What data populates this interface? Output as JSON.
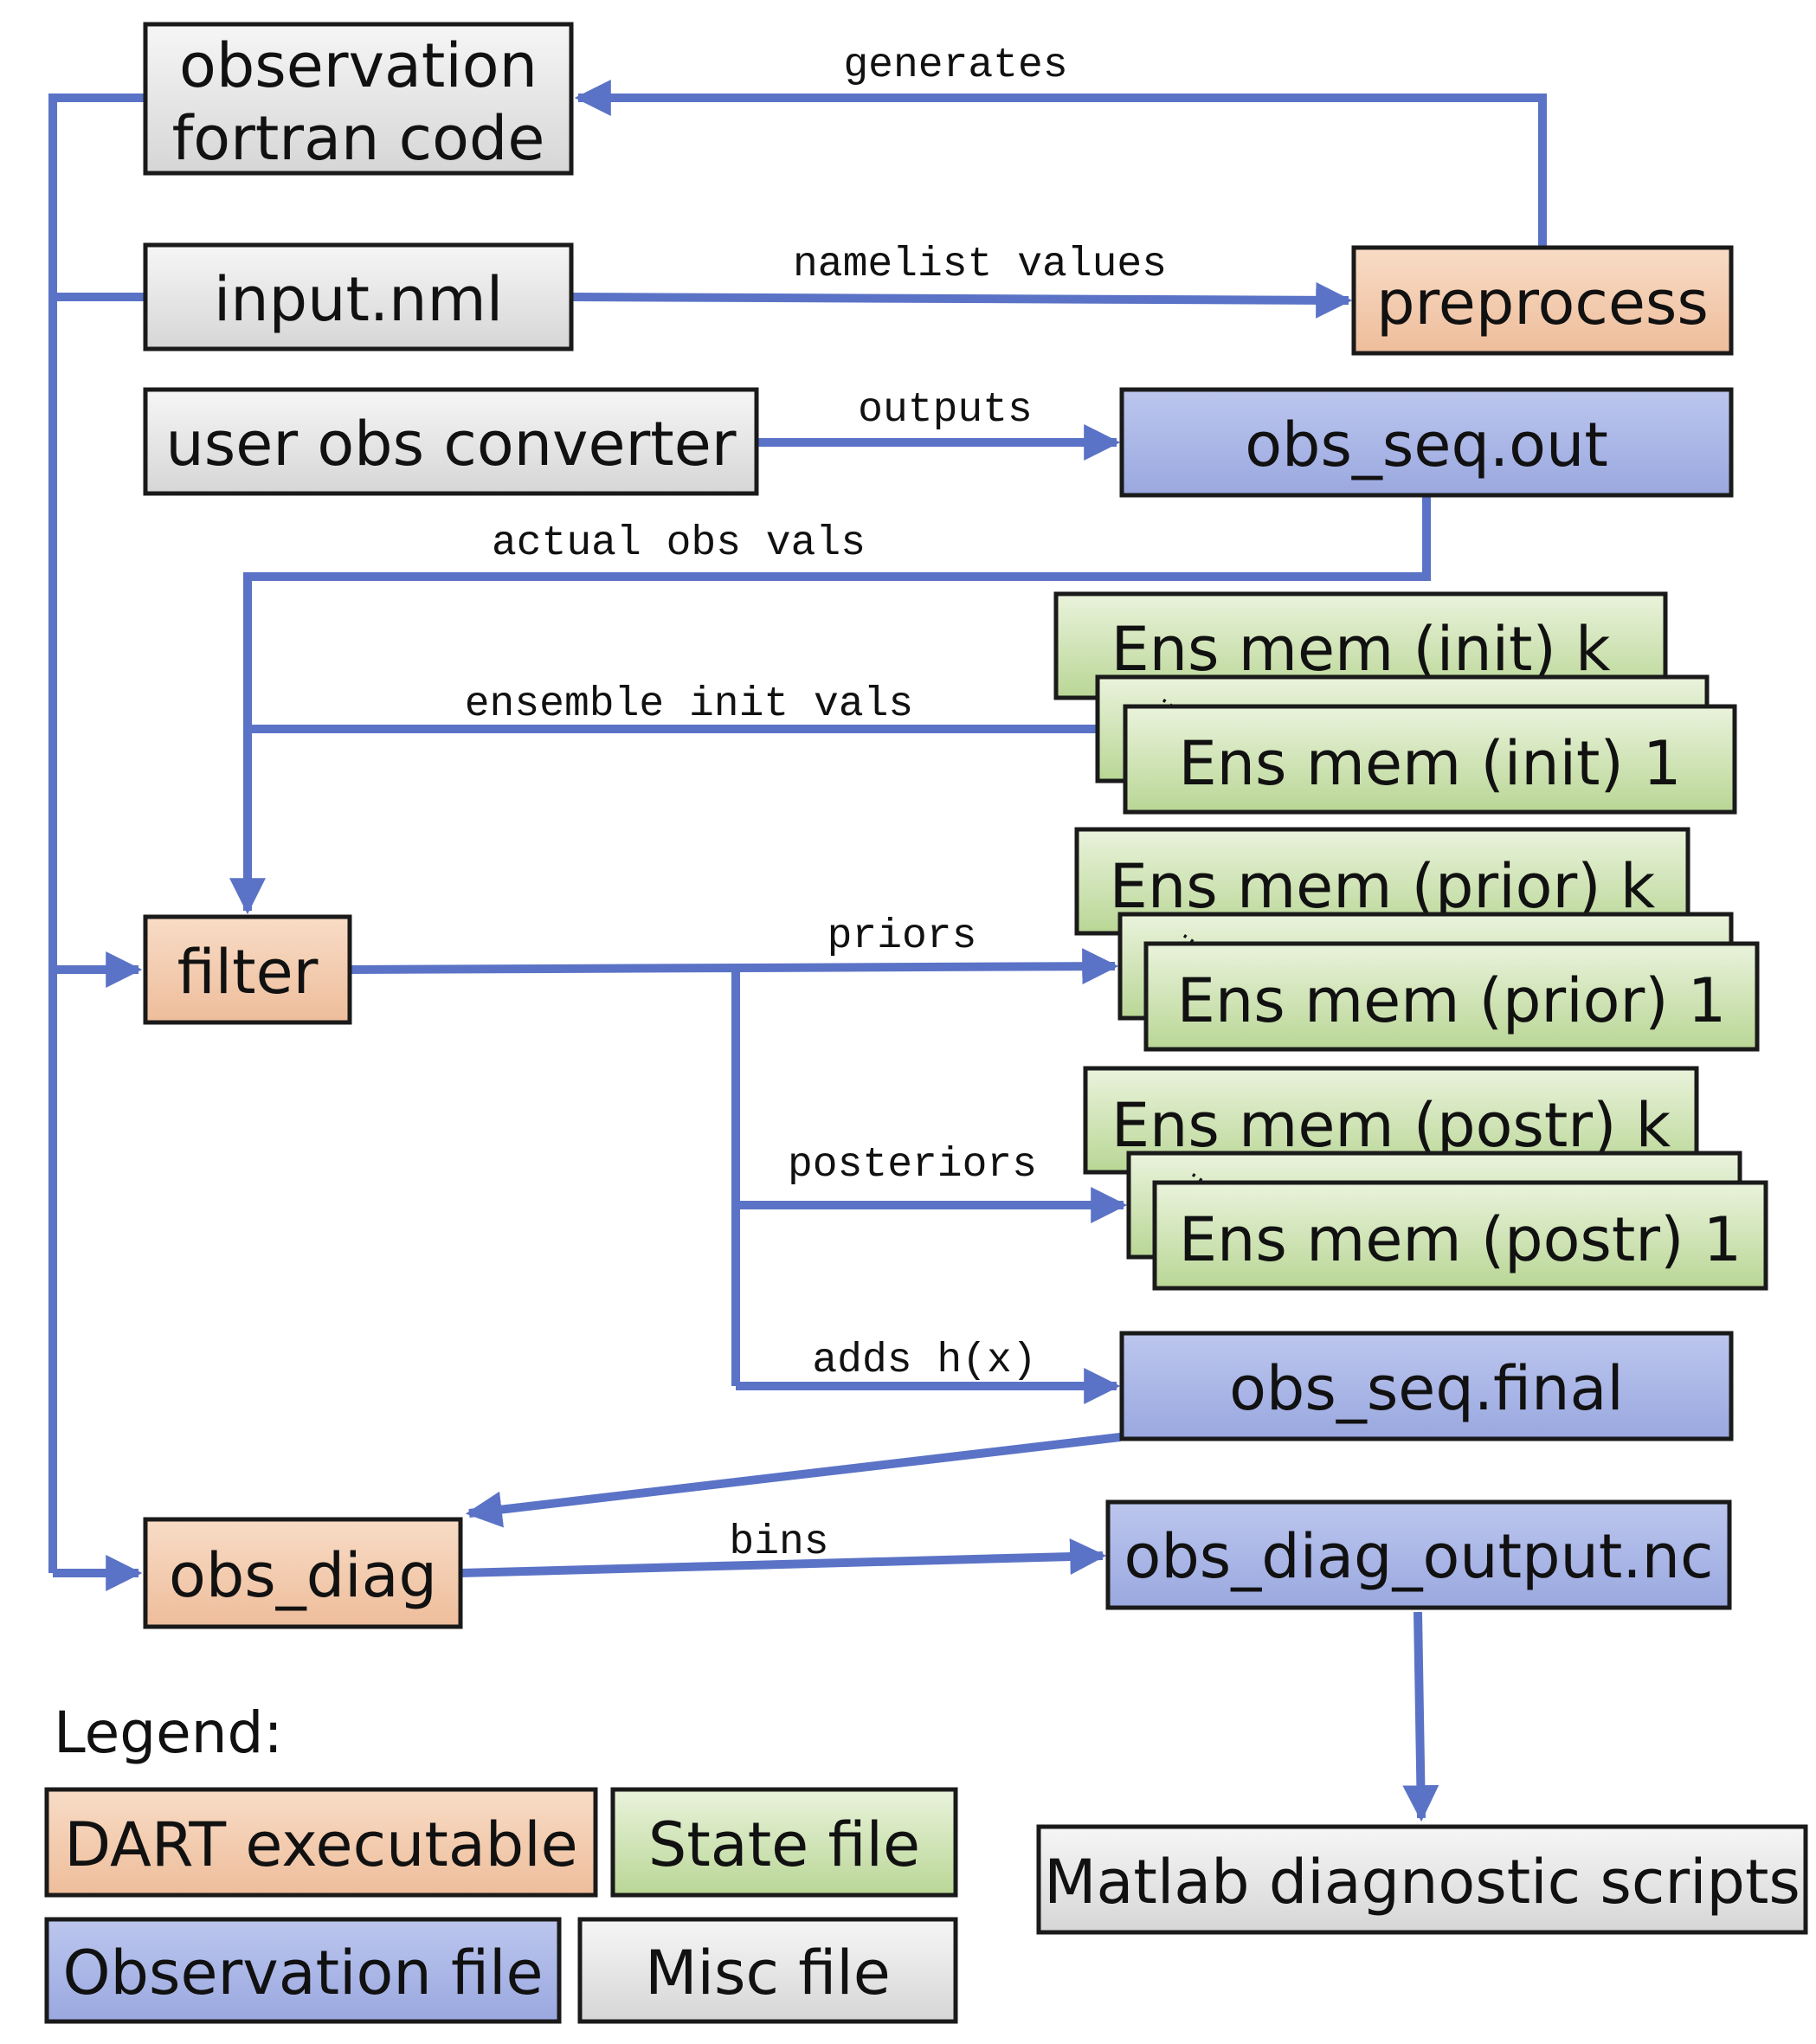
{
  "colors": {
    "executable": "#f3cdb0",
    "state": "#cfe3b3",
    "observation": "#aab6e6",
    "misc": "#e3e3e3",
    "arrow": "#5b73c6",
    "stroke": "#1a1a1a"
  },
  "nodes": {
    "obs_fortran": {
      "line1": "observation",
      "line2": "fortran code"
    },
    "input_nml": "input.nml",
    "preprocess": "preprocess",
    "user_obs_converter": "user obs converter",
    "obs_seq_out": "obs_seq.out",
    "ens_init_k": "Ens mem (init) k",
    "ens_init_1": "Ens mem (init) 1",
    "filter": "filter",
    "ens_prior_k": "Ens mem (prior) k",
    "ens_prior_1": "Ens mem (prior) 1",
    "ens_postr_k": "Ens mem (postr) k",
    "ens_postr_1": "Ens mem (postr) 1",
    "obs_seq_final": "obs_seq.final",
    "obs_diag": "obs_diag",
    "obs_diag_output": "obs_diag_output.nc",
    "matlab": "Matlab diagnostic scripts"
  },
  "edges": {
    "generates": "generates",
    "namelist_values": "namelist values",
    "outputs": "outputs",
    "actual_obs_vals": "actual obs vals",
    "ensemble_init_vals": "ensemble init vals",
    "priors": "priors",
    "posteriors": "posteriors",
    "adds_hx": "adds h(x)",
    "bins": "bins"
  },
  "legend": {
    "title": "Legend:",
    "dart_executable": "DART executable",
    "state_file": "State file",
    "observation_file": "Observation file",
    "misc_file": "Misc file"
  }
}
